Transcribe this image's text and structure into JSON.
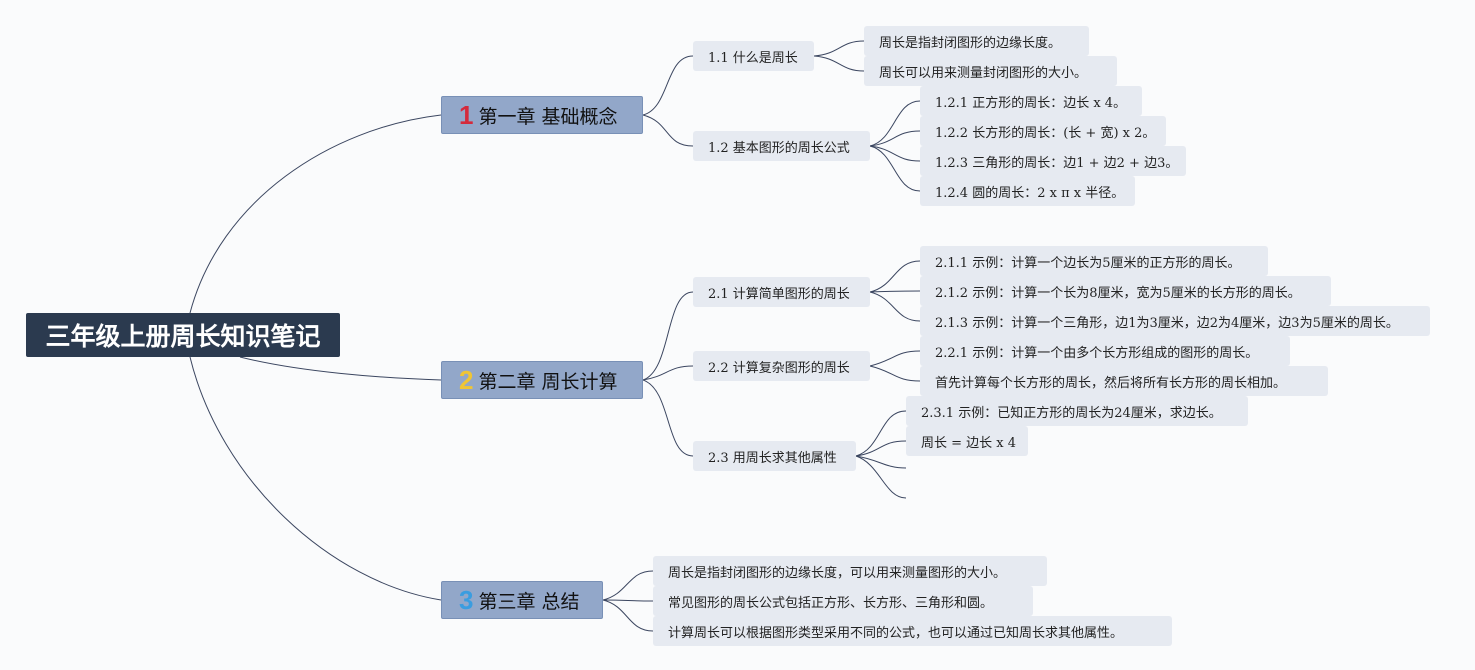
{
  "root": {
    "title": "三年级上册周长知识笔记"
  },
  "chapters": [
    {
      "num": "1",
      "num_color": "#d42a3c",
      "label": "第一章 基础概念",
      "sections": [
        {
          "label": "1.1 什么是周长",
          "items": [
            "周长是指封闭图形的边缘长度。",
            "周长可以用来测量封闭图形的大小。"
          ]
        },
        {
          "label": "1.2 基本图形的周长公式",
          "items": [
            "1.2.1 正方形的周长：边长 x 4。",
            "1.2.2 长方形的周长：(长 + 宽) x 2。",
            "1.2.3 三角形的周长：边1 + 边2 + 边3。",
            "1.2.4 圆的周长：2 x π x 半径。"
          ]
        }
      ]
    },
    {
      "num": "2",
      "num_color": "#efc535",
      "label": "第二章 周长计算",
      "sections": [
        {
          "label": "2.1 计算简单图形的周长",
          "items": [
            "2.1.1 示例：计算一个边长为5厘米的正方形的周长。",
            "2.1.2 示例：计算一个长为8厘米，宽为5厘米的长方形的周长。",
            "2.1.3 示例：计算一个三角形，边1为3厘米，边2为4厘米，边3为5厘米的周长。"
          ]
        },
        {
          "label": "2.2 计算复杂图形的周长",
          "items": [
            "2.2.1 示例：计算一个由多个长方形组成的图形的周长。",
            "首先计算每个长方形的周长，然后将所有长方形的周长相加。"
          ]
        },
        {
          "label": "2.3 用周长求其他属性",
          "items": [
            "2.3.1 示例：已知正方形的周长为24厘米，求边长。",
            "周长 = 边长 x 4"
          ]
        }
      ]
    },
    {
      "num": "3",
      "num_color": "#3a9de0",
      "label": "第三章 总结",
      "items": [
        "周长是指封闭图形的边缘长度，可以用来测量图形的大小。",
        "常见图形的周长公式包括正方形、长方形、三角形和圆。",
        "计算周长可以根据图形类型采用不同的公式，也可以通过已知周长求其他属性。"
      ]
    }
  ],
  "colors": {
    "root_bg": "#2b3a4f",
    "chapter_bg": "#92a7c9",
    "leaf_bg": "#e6eaf1",
    "line": "#3b4660"
  }
}
